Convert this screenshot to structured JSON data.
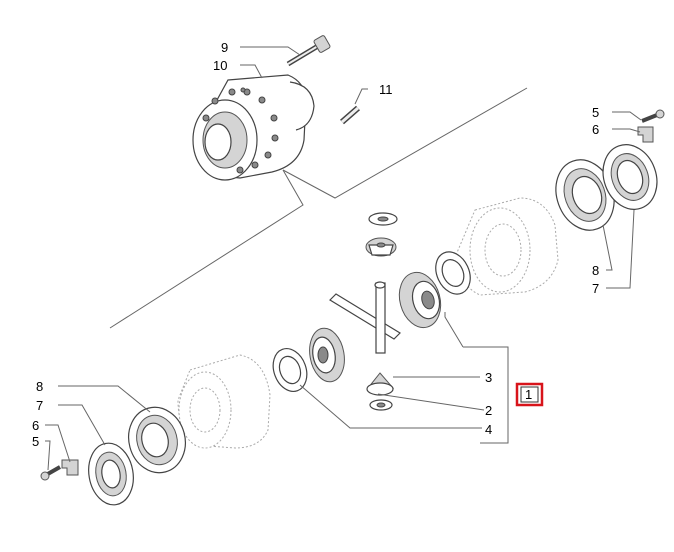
{
  "callouts": {
    "c9": "9",
    "c10": "10",
    "c11": "11",
    "c5_right": "5",
    "c6_right": "6",
    "c8_right": "8",
    "c7_right": "7",
    "c3": "3",
    "c1": "1",
    "c2": "2",
    "c4": "4",
    "c8_left": "8",
    "c7_left": "7",
    "c6_left": "6",
    "c5_left": "5"
  },
  "colors": {
    "highlight": "#d8141b",
    "line": "#444444"
  }
}
